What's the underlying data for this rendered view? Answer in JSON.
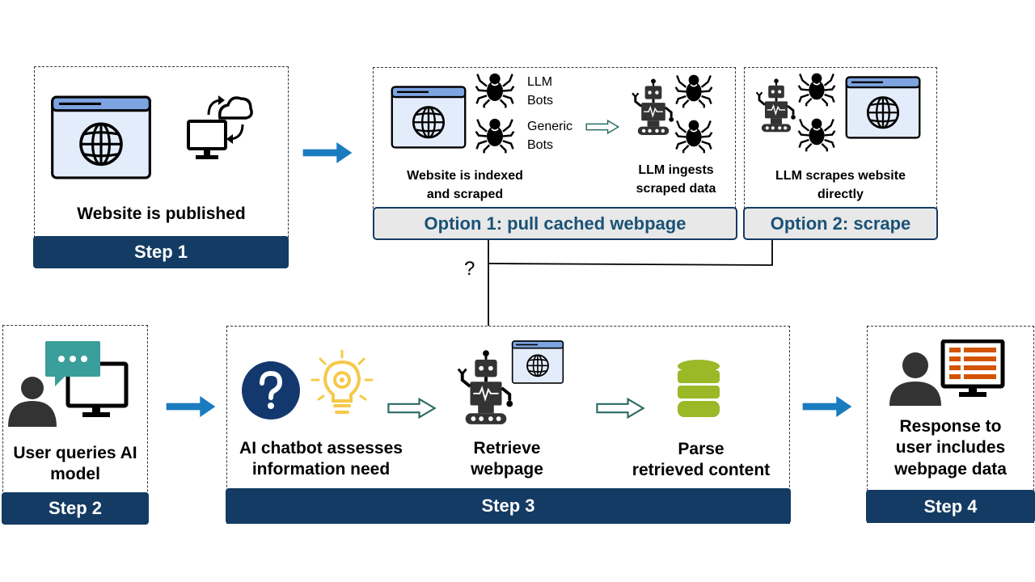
{
  "step1": {
    "caption": "Website is published",
    "label": "Step 1"
  },
  "option1": {
    "label": "Option 1: pull cached webpage",
    "bots_llm": "LLM",
    "bots_llm2": "Bots",
    "bots_generic": "Generic",
    "bots_generic2": "Bots",
    "caption_left_1": "Website is indexed",
    "caption_left_2": "and scraped",
    "caption_right_1": "LLM ingests",
    "caption_right_2": "scraped data"
  },
  "option2": {
    "label": "Option 2: scrape",
    "caption_1": "LLM scrapes website",
    "caption_2": "directly"
  },
  "question_mark": "?",
  "step2": {
    "caption_1": "User queries AI",
    "caption_2": "model",
    "label": "Step 2"
  },
  "step3": {
    "label": "Step 3",
    "assess_1": "AI chatbot assesses",
    "assess_2": "information need",
    "retrieve_1": "Retrieve",
    "retrieve_2": "webpage",
    "parse_1": "Parse",
    "parse_2": "retrieved content"
  },
  "step4": {
    "caption_1": "Response to",
    "caption_2": "user includes",
    "caption_3": "webpage data",
    "label": "Step 4"
  },
  "colors": {
    "navy": "#143b63",
    "arrow_blue": "#1a7bbf",
    "teal": "#3a9e9a",
    "bulb": "#f5c94a",
    "db_green": "#9bb827",
    "orange": "#d35400"
  }
}
